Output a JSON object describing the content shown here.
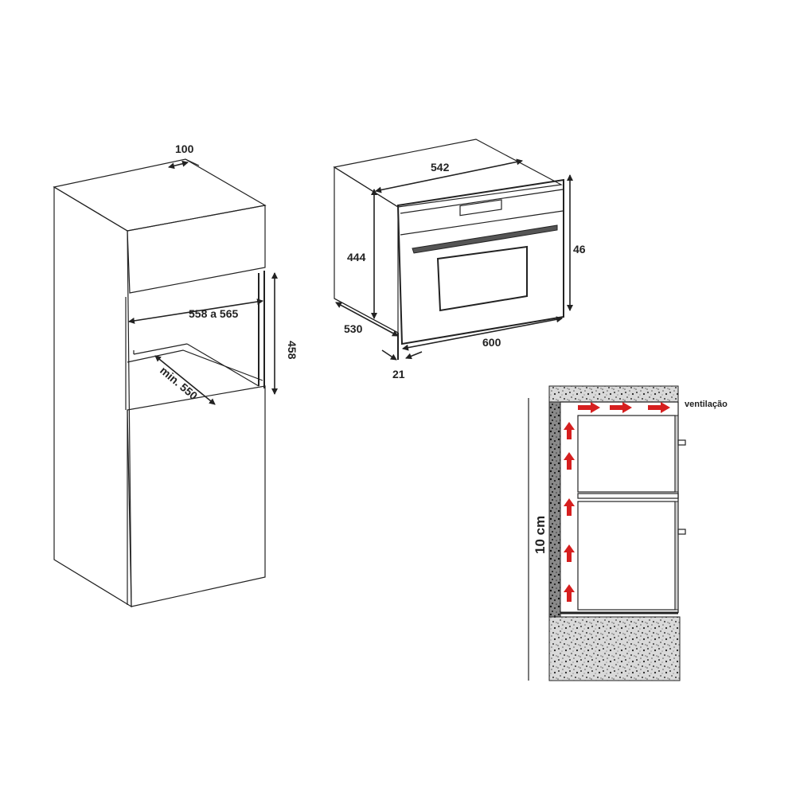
{
  "cabinet": {
    "depth_top": "100",
    "niche_width": "558 a 565",
    "niche_height": "458",
    "niche_depth": "min. 550"
  },
  "oven": {
    "top_width": "542",
    "body_height": "444",
    "front_height": "46",
    "depth": "530",
    "front_width": "600",
    "front_thickness": "21"
  },
  "ventilation": {
    "label": "ventilação",
    "gap": "10 cm",
    "arrow_color": "#d61f1f"
  }
}
